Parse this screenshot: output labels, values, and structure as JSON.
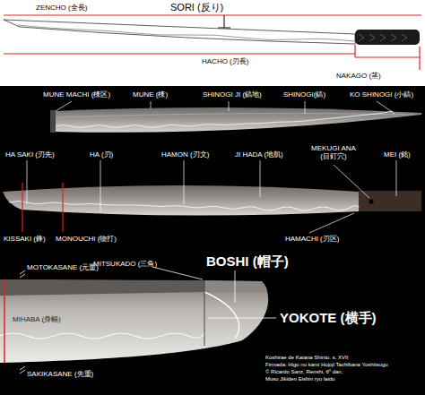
{
  "diagram": {
    "labels": [
      "ZENCHO (全長)",
      "SORI (反り)",
      "HACHO (刃長)",
      "NAKAGO (茎)",
      "MUNE MACHI (棟区)",
      "MUNE (棟)",
      "SHINOGI JI (鎬地)",
      "SHINOGI(鎬)",
      "KO SHINOGI (小鎬)",
      "HA SAKI (刃先)",
      "HA (刃)",
      "HAMON (刃文)",
      "JI HADA (地肌)",
      "MEKUGI ANA (目釘穴)",
      "MEI (銘)",
      "KISSAKI (鋒)",
      "MONOUCHI (物打)",
      "HAMACHI (刃区)",
      "MOTOKASANE (元重)",
      "MITSUKADO (三角)",
      "BOSHI (帽子)",
      "MIHABA (身幅)",
      "YOKOTE (横手)",
      "SAKIKASANE (先重)",
      "Koshirae de Katana Shinto. s. XVII",
      "Firmada: Higo no kami Hojoji Tachibana Yoshitsugu",
      "© Ricardo Sanz, Renshi, 6º dan,",
      "Muso Jikiden Eishin ryu Iaido"
    ]
  }
}
